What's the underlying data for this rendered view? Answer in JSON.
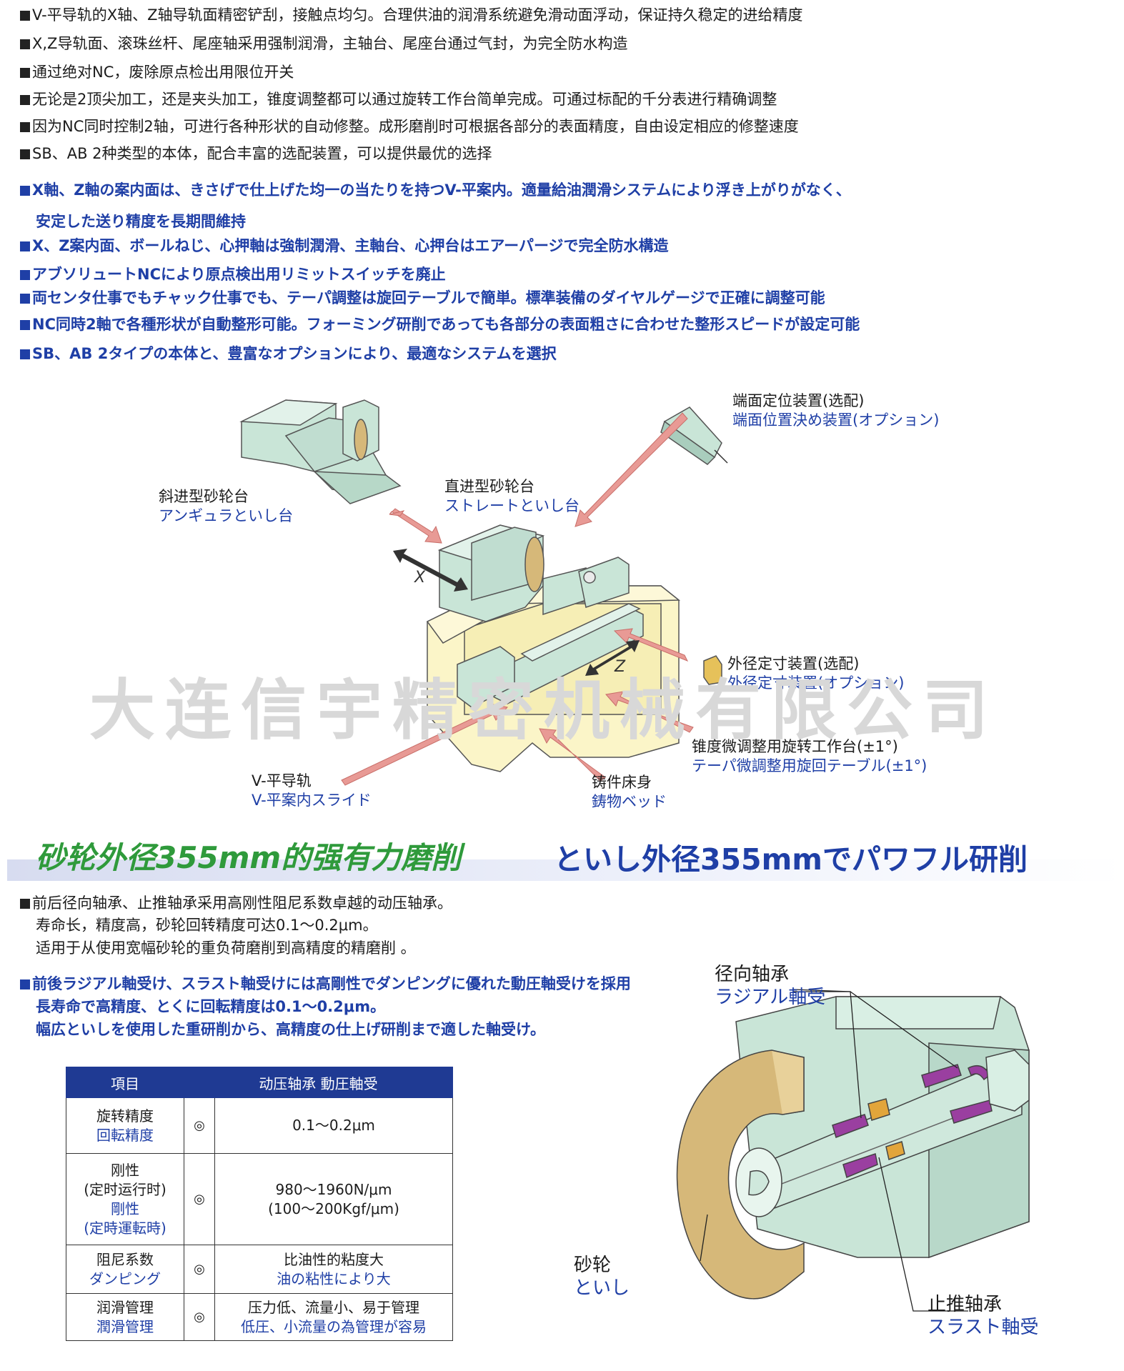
{
  "cn_bullets": [
    "V-平导轨的X轴、Z轴导轨面精密铲刮，接触点均匀。合理供油的润滑系统避免滑动面浮动，保证持久稳定的进给精度",
    "X,Z导轨面、滚珠丝杆、尾座轴采用强制润滑，主轴台、尾座台通过气封，为完全防水构造",
    "通过绝对NC，废除原点检出用限位开关",
    "无论是2顶尖加工，还是夹头加工，锥度调整都可以通过旋转工作台简单完成。可通过标配的千分表进行精确调整",
    "因为NC同时控制2轴，可进行各种形状的自动修整。成形磨削时可根据各部分的表面精度，自由设定相应的修整速度",
    "SB、AB 2种类型的本体，配合丰富的选配装置，可以提供最优的选择"
  ],
  "jp_bullets": {
    "b1_line1": "X軸、Z軸の案内面は、きさげで仕上げた均一の当たりを持つV-平案内。適量給油潤滑システムにより浮き上がりがなく、",
    "b1_line2": "安定した送り精度を長期間維持",
    "b2": "X、Z案内面、ボールねじ、心押軸は強制潤滑、主軸台、心押台はエアーパージで完全防水構造",
    "b3": "アブソリュートNCにより原点検出用リミットスイッチを廃止",
    "b4": "両センタ仕事でもチャック仕事でも、テーパ調整は旋回テーブルで簡単。標準装備のダイヤルゲージで正確に調整可能",
    "b5": "NC同時2軸で各種形状が自動整形可能。フォーミング研削であっても各部分の表面粗さに合わせた整形スピードが設定可能",
    "b6": "SB、AB 2タイプの本体と、豊富なオプションにより、最適なシステムを選択"
  },
  "diagram_labels": {
    "end_pos_cn": "端面定位装置(选配)",
    "end_pos_jp": "端面位置決め装置(オプション)",
    "angular_cn": "斜进型砂轮台",
    "angular_jp": "アンギュラといし台",
    "straight_cn": "直进型砂轮台",
    "straight_jp": "ストレートといし台",
    "od_gauge_cn": "外径定寸装置(选配)",
    "od_gauge_jp": "外径定寸装置(オプション)",
    "taper_cn": "锥度微调整用旋转工作台(±1°)",
    "taper_jp": "テーパ微調整用旋回テーブル(±1°)",
    "vflat_cn": "V-平导轨",
    "vflat_jp": "V-平案内スライド",
    "bed_cn": "铸件床身",
    "bed_jp": "鋳物ベッド",
    "axis_x": "X",
    "axis_z": "Z"
  },
  "watermark": "大连信宇精密机械有限公司",
  "banner": {
    "cn": "砂轮外径355mm的强有力磨削",
    "jp": "といし外径355mmでパワフル研削"
  },
  "bearing_cn": {
    "line1": "前后径向轴承、止推轴承采用高刚性阻尼系数卓越的动压轴承。",
    "line2": "寿命长，精度高，砂轮回转精度可达0.1～0.2μm。",
    "line3": "适用于从使用宽幅砂轮的重负荷磨削到高精度的精磨削 。"
  },
  "bearing_jp": {
    "line1": "前後ラジアル軸受け、スラスト軸受けには高剛性でダンピングに優れた動圧軸受けを採用",
    "line2": "長寿命で高精度、とくに回転精度は0.1～0.2μm。",
    "line3": "幅広といしを使用した重研削から、高精度の仕上げ研削まで適した軸受け。"
  },
  "table": {
    "header_item": "項目",
    "header_value": "动压轴承 動圧軸受",
    "rows": [
      {
        "cn": "旋转精度",
        "jp": "回転精度",
        "sym": "◎",
        "v1": "0.1～0.2μm",
        "v2": ""
      },
      {
        "cn": "刚性\n(定时运行时)",
        "jp": "剛性\n(定時運転時)",
        "sym": "◎",
        "v1": "980～1960N/μm",
        "v2": "(100～200Kgf/μm)"
      },
      {
        "cn": "阻尼系数",
        "jp": "ダンピング",
        "sym": "◎",
        "v1": "比油性的粘度大",
        "v2": "油の粘性により大"
      },
      {
        "cn": "润滑管理",
        "jp": "潤滑管理",
        "sym": "◎",
        "v1": "压力低、流量小、易于管理",
        "v2": "低圧、小流量の為管理が容易"
      }
    ]
  },
  "spindle_labels": {
    "radial_cn": "径向轴承",
    "radial_jp": "ラジアル軸受",
    "wheel_cn": "砂轮",
    "wheel_jp": "といし",
    "thrust_cn": "止推轴承",
    "thrust_jp": "スラスト軸受"
  },
  "colors": {
    "machine": "#c9e5d7",
    "bed": "#fbf5c8",
    "arrow": "#e89a95",
    "brand_blue": "#1f3fa6",
    "banner_green": "#2f9a3b",
    "wheel": "#d6b879",
    "bearing_purple": "#9a3fa0",
    "bearing_gold": "#e2a53b"
  }
}
